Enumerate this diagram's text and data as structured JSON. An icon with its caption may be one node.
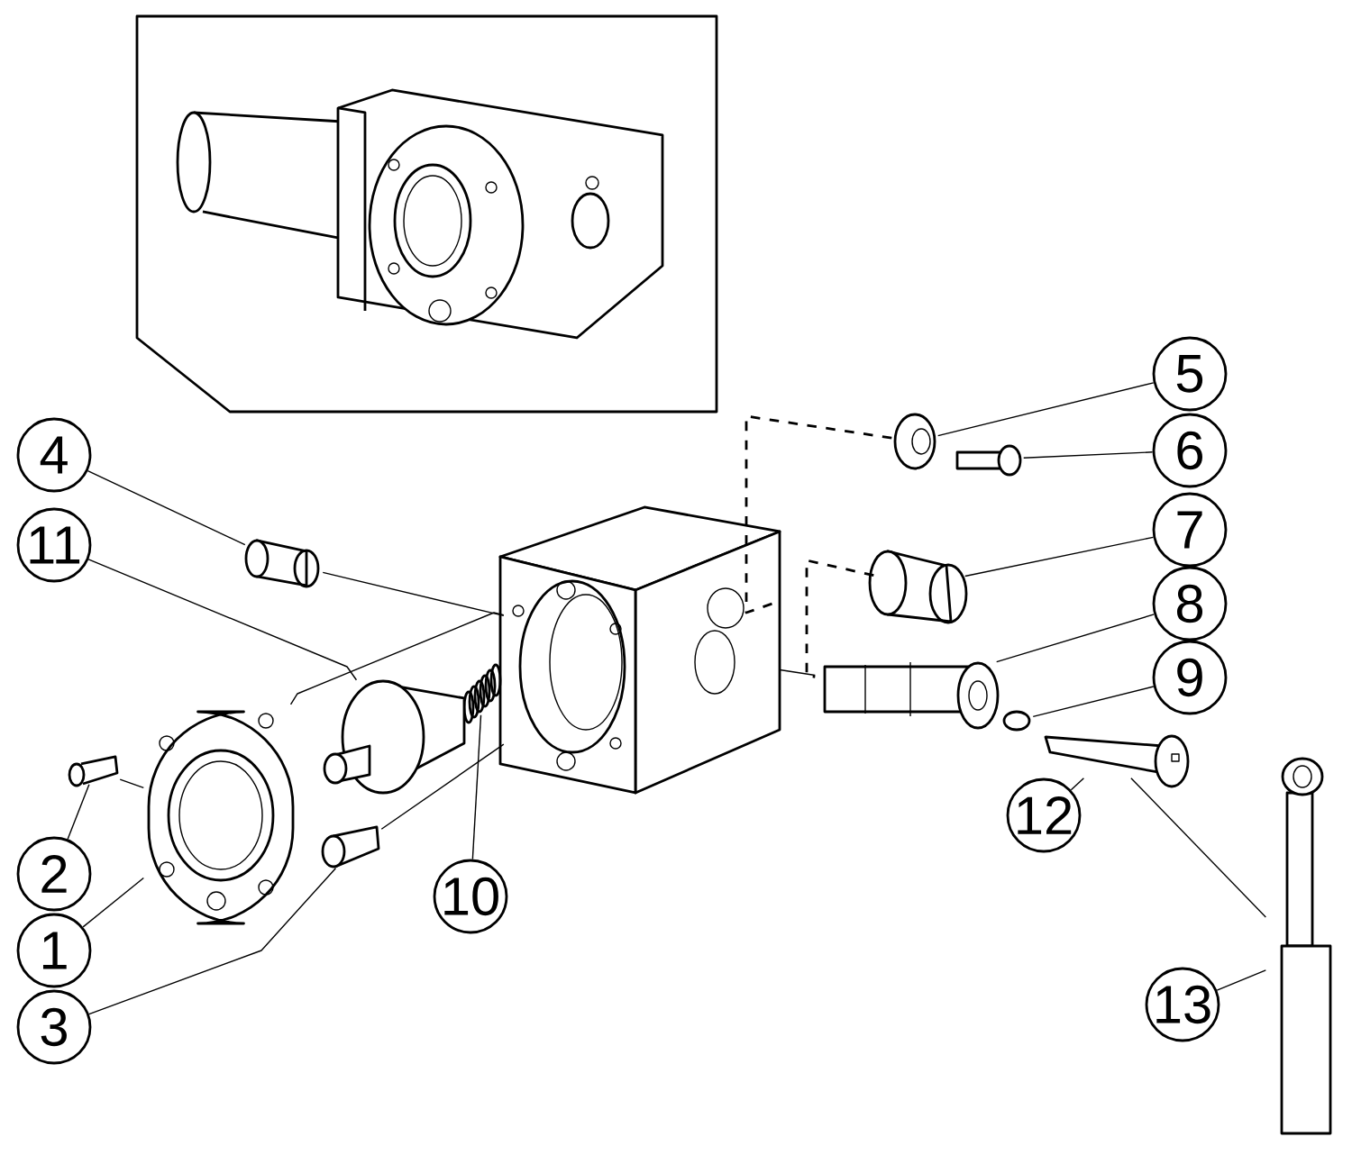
{
  "diagram": {
    "nodes": [
      {
        "text": [
          "1"
        ]
      },
      {
        "text": [
          "2"
        ]
      },
      {
        "text": [
          "3"
        ]
      },
      {
        "text": [
          "4"
        ]
      },
      {
        "text": [
          "5"
        ]
      },
      {
        "text": [
          "6"
        ]
      },
      {
        "text": [
          "7"
        ]
      },
      {
        "text": [
          "8"
        ]
      },
      {
        "text": [
          "9"
        ]
      },
      {
        "text": [
          "10"
        ]
      },
      {
        "text": [
          "11"
        ]
      },
      {
        "text": [
          "12"
        ]
      },
      {
        "text": [
          "13"
        ]
      },
      {
        "text": [],
        "shape": "picture"
      },
      {
        "text": [],
        "shape": "picture"
      },
      {
        "text": [],
        "shape": "cylinder"
      },
      {
        "text": [],
        "shape": "cylinder"
      },
      {
        "text": [],
        "shape": "picture"
      },
      {
        "text": [],
        "shape": "picture"
      },
      {
        "text": [],
        "shape": "cylinder"
      },
      {
        "text": [],
        "shape": "cylinder"
      },
      {
        "text": [],
        "shape": "circle"
      },
      {
        "text": [],
        "shape": "picture"
      },
      {
        "text": [],
        "shape": "cylinder"
      },
      {
        "text": [],
        "shape": "cylinder"
      },
      {
        "text": [],
        "shape": "bar"
      },
      {
        "text": [],
        "shape": "picture"
      }
    ],
    "edges": [
      {
        "from": 0,
        "to": 13,
        "arrow": "none"
      },
      {
        "from": 1,
        "to": 14,
        "arrow": "none"
      },
      {
        "from": 2,
        "to": 15,
        "arrow": "none"
      },
      {
        "from": 3,
        "to": 16,
        "arrow": "none"
      },
      {
        "from": 4,
        "to": 17,
        "arrow": "none"
      },
      {
        "from": 5,
        "to": 18,
        "arrow": "none"
      },
      {
        "from": 6,
        "to": 19,
        "arrow": "none"
      },
      {
        "from": 7,
        "to": 20,
        "arrow": "none"
      },
      {
        "from": 8,
        "to": 21,
        "arrow": "none"
      },
      {
        "from": 9,
        "to": 22,
        "arrow": "none"
      },
      {
        "from": 10,
        "to": 23,
        "arrow": "none"
      },
      {
        "from": 11,
        "to": 24,
        "arrow": "none"
      },
      {
        "from": 12,
        "to": 25,
        "arrow": "none"
      },
      {
        "from": 14,
        "to": 13,
        "arrow": "none"
      },
      {
        "from": 13,
        "to": 26,
        "arrow": "none"
      },
      {
        "from": 15,
        "to": 26,
        "arrow": "none"
      },
      {
        "from": 16,
        "to": 26,
        "arrow": "none"
      },
      {
        "from": 17,
        "to": 26,
        "arrow": "none",
        "style": "dashed"
      },
      {
        "from": 19,
        "to": 20,
        "arrow": "none",
        "style": "dashed"
      },
      {
        "from": 20,
        "to": 26,
        "arrow": "none"
      },
      {
        "from": 24,
        "to": 25,
        "arrow": "none"
      }
    ]
  }
}
